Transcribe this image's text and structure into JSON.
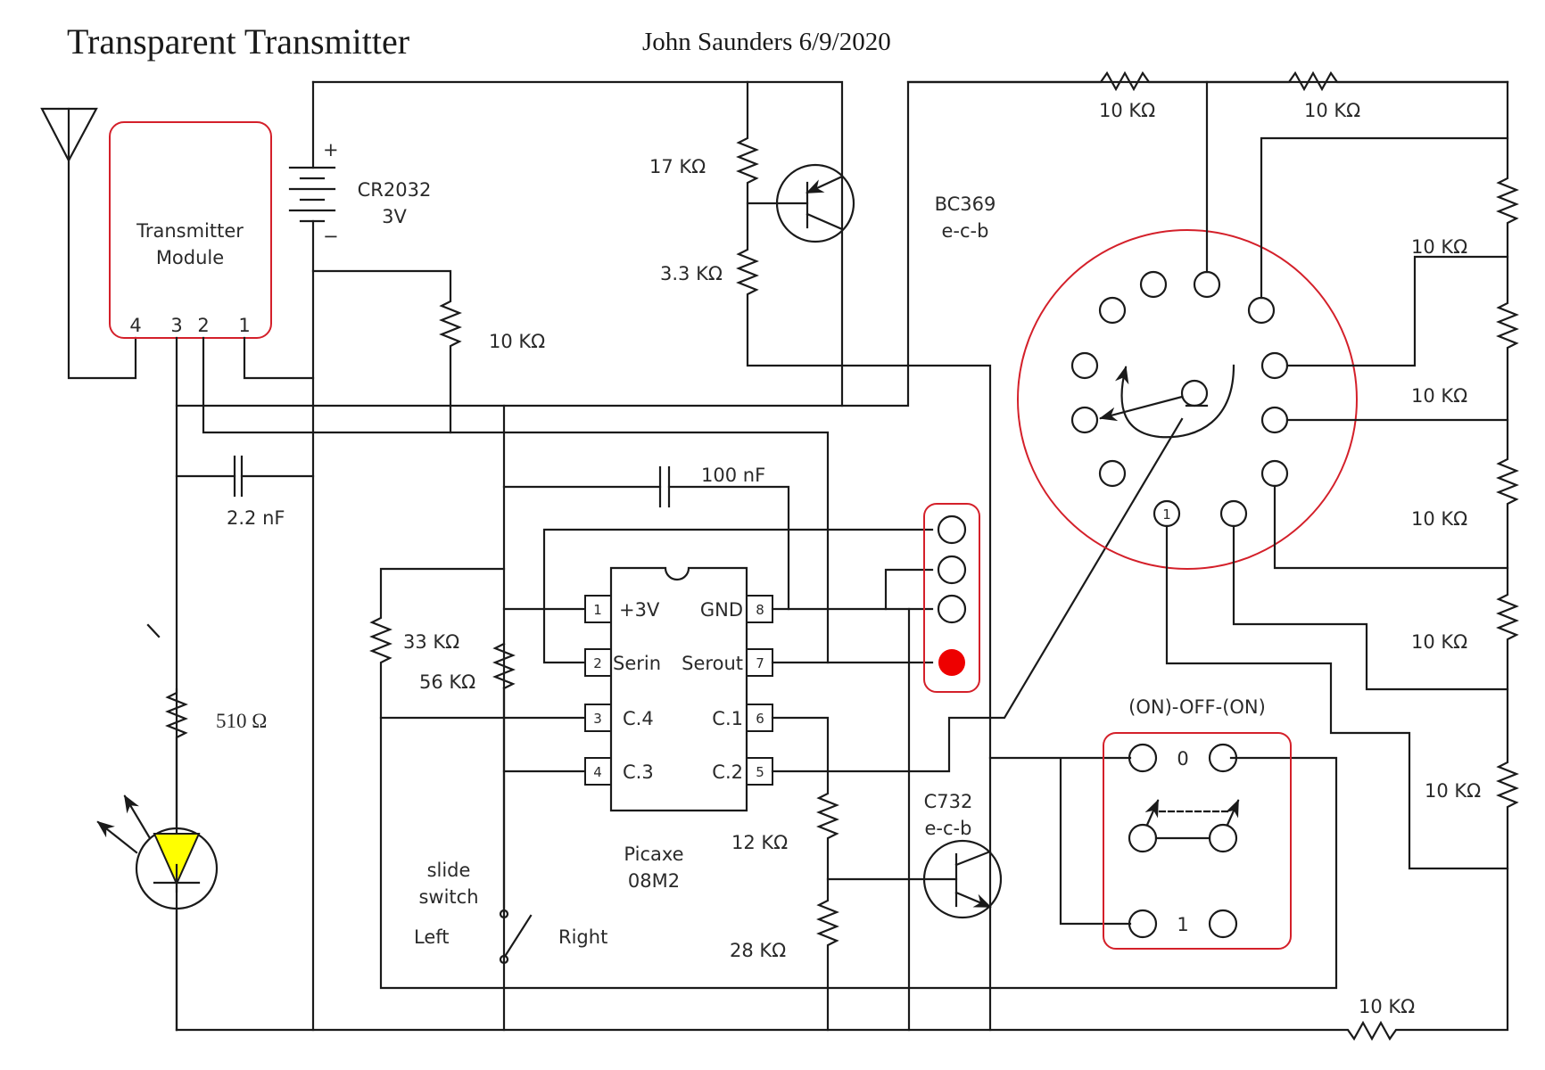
{
  "title": "Transparent Transmitter",
  "author": "John Saunders 6/9/2020",
  "colors": {
    "wire": "#1a1a1a",
    "highlight": "#d4202a",
    "led_fill": "#ffff00",
    "header_pin_active": "#ee0000"
  },
  "transmitter_module": {
    "label_line1": "Transmitter",
    "label_line2": "Module",
    "pins": [
      "4",
      "3",
      "2",
      "1"
    ]
  },
  "battery": {
    "polarity_plus": "+",
    "polarity_minus": "−",
    "name": "CR2032",
    "voltage": "3V"
  },
  "bc369": {
    "name": "BC369",
    "pinout": "e-c-b"
  },
  "c732": {
    "name": "C732",
    "pinout": "e-c-b"
  },
  "resistors": {
    "r_17k": "17 KΩ",
    "r_3k3": "3.3 KΩ",
    "r_10k_pullup": "10 KΩ",
    "r_510": "510 Ω",
    "r_33k": "33 KΩ",
    "r_56k": "56 KΩ",
    "r_12k": "12 KΩ",
    "r_28k": "28 KΩ",
    "ladder": [
      "10 KΩ",
      "10 KΩ",
      "10 KΩ",
      "10 KΩ",
      "10 KΩ",
      "10 KΩ",
      "10 KΩ",
      "10 KΩ"
    ]
  },
  "capacitors": {
    "c_2n2": "2.2 nF",
    "c_100n": "100 nF"
  },
  "picaxe": {
    "name_line1": "Picaxe",
    "name_line2": "08M2",
    "pins": [
      {
        "num": "1",
        "label": "+3V"
      },
      {
        "num": "2",
        "label": "Serin"
      },
      {
        "num": "3",
        "label": "C.4"
      },
      {
        "num": "4",
        "label": "C.3"
      },
      {
        "num": "5",
        "label": "C.2"
      },
      {
        "num": "6",
        "label": "C.1"
      },
      {
        "num": "7",
        "label": "Serout"
      },
      {
        "num": "8",
        "label": "GND"
      }
    ]
  },
  "slide_switch": {
    "label_line1": "slide",
    "label_line2": "switch",
    "left": "Left",
    "right": "Right"
  },
  "rotary_switch": {
    "first_position_label": "1",
    "positions": 12
  },
  "toggle_switch": {
    "type": "(ON)-OFF-(ON)",
    "pos_0": "0",
    "pos_1": "1"
  }
}
